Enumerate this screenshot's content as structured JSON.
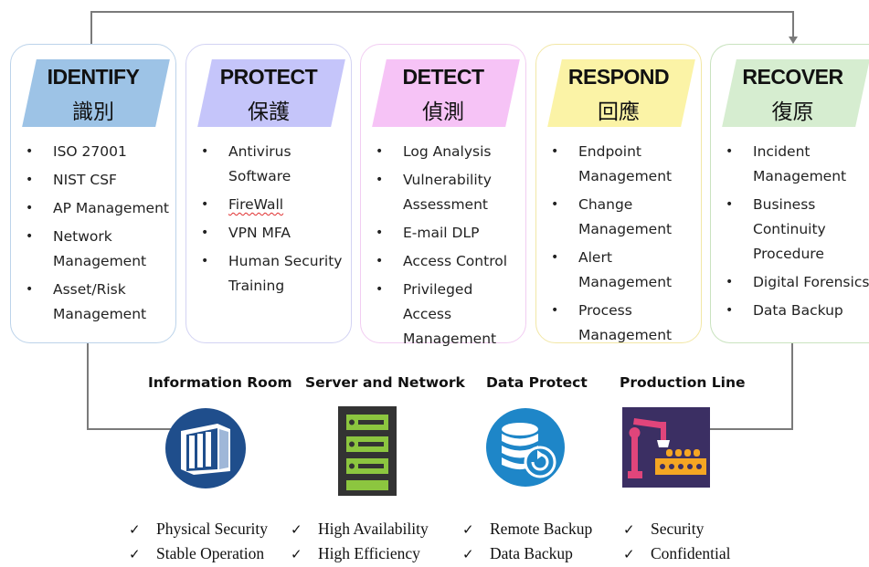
{
  "frameworks": [
    {
      "title": "IDENTIFY",
      "cjk": "識別",
      "color": "#9dc3e6",
      "border": "#bcd3ea",
      "items": [
        "ISO 27001",
        "NIST CSF",
        "AP Management",
        "Network Management",
        "Asset/Risk Management"
      ]
    },
    {
      "title": "PROTECT",
      "cjk": "保護",
      "color": "#c5c5fa",
      "border": "#d3d3f3",
      "items": [
        "Antivirus Software",
        "FireWall",
        "VPN MFA",
        "Human Security Training"
      ]
    },
    {
      "title": "DETECT",
      "cjk": "偵測",
      "color": "#f6c3f6",
      "border": "#f2cdf2",
      "items": [
        "Log Analysis",
        "Vulnerability Assessment",
        "E-mail DLP",
        "Access Control",
        "Privileged Access Management"
      ]
    },
    {
      "title": "RESPOND",
      "cjk": "回應",
      "color": "#fbf3a6",
      "border": "#f2e7a6",
      "items": [
        "Endpoint Management",
        "Change Management",
        "Alert Management",
        "Process Management"
      ]
    },
    {
      "title": "RECOVER",
      "cjk": "復原",
      "color": "#d6edd0",
      "border": "#c9e3bf",
      "items": [
        "Incident Management",
        "Business Continuity Procedure",
        "Digital Forensics",
        "Data Backup"
      ]
    }
  ],
  "bullet_glyph": "•",
  "check_glyph": "✓",
  "sections": [
    {
      "label": "Information Room",
      "icon": "server-rack-icon",
      "checks": [
        "Physical Security",
        "Stable Operation"
      ]
    },
    {
      "label": "Server and Network",
      "icon": "server-tower-icon",
      "checks": [
        "High Availability",
        "High Efficiency"
      ]
    },
    {
      "label": "Data Protect",
      "icon": "database-backup-icon",
      "checks": [
        "Remote Backup",
        "Data Backup"
      ]
    },
    {
      "label": "Production Line",
      "icon": "robot-arm-production-icon",
      "checks": [
        "Security",
        "Confidential"
      ]
    }
  ],
  "colors": {
    "connector": "#7a7a7a",
    "icon_blue": "#1f4e8c",
    "icon_cyan": "#1e86c8",
    "server_green": "#8cc63f",
    "server_dark": "#333333",
    "factory_purple": "#3b2f63",
    "factory_orange": "#f5a623",
    "factory_pink": "#e0457b"
  }
}
